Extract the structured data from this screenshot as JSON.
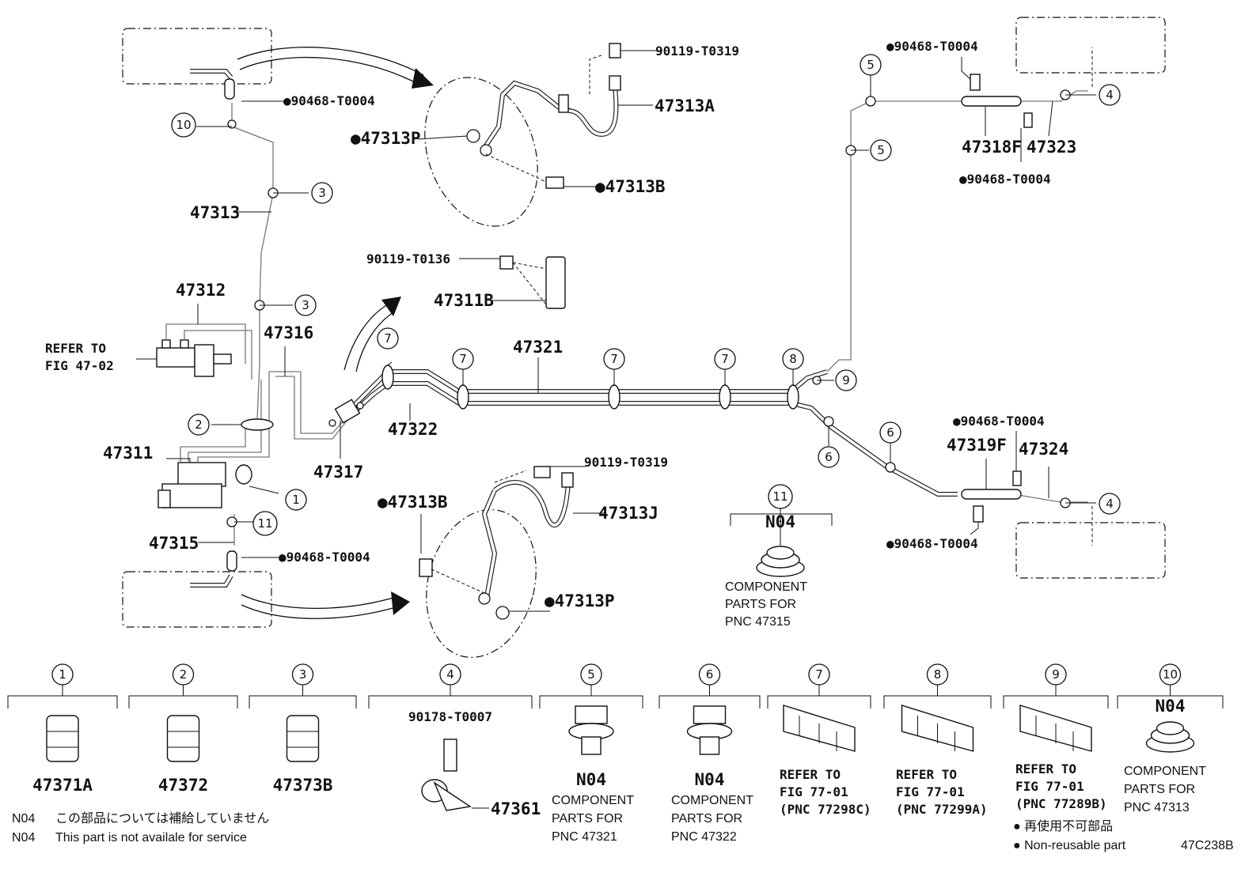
{
  "diagram_id": "47C238B",
  "part_numbers": {
    "p47313A": "47313A",
    "p47313P_top": "●47313P",
    "p47313B_top": "●47313B",
    "p90119_T0319_top": "90119-T0319",
    "p90468_top_left": "●90468-T0004",
    "p47313": "47313",
    "p47312": "47312",
    "refer_fig_1": "REFER TO",
    "refer_fig_2": "FIG 47-02",
    "p47316": "47316",
    "p90119_T0136": "90119-T0136",
    "p47311B": "47311B",
    "p47321": "47321",
    "p47322": "47322",
    "p47311": "47311",
    "p47317": "47317",
    "p47315": "47315",
    "p90468_bottom_left": "●90468-T0004",
    "p47313B_bot": "●47313B",
    "p90119_T0319_bot": "90119-T0319",
    "p47313J": "47313J",
    "p47313P_bot": "●47313P",
    "p90468_top_right_a": "●90468-T0004",
    "p47318F": "47318F",
    "p47323": "47323",
    "p90468_top_right_b": "●90468-T0004",
    "p90468_mid_right_a": "●90468-T0004",
    "p47319F": "47319F",
    "p47324": "47324",
    "p90468_mid_right_b": "●90468-T0004",
    "n04_center": "N04",
    "comp_center_1": "COMPONENT",
    "comp_center_2": "PARTS FOR",
    "comp_center_3": "PNC 47315"
  },
  "callouts": {
    "c1": "1",
    "c2": "2",
    "c3": "3",
    "c4": "4",
    "c5": "5",
    "c6": "6",
    "c7": "7",
    "c8": "8",
    "c9": "9",
    "c10": "10",
    "c11": "11"
  },
  "legend_boxes": [
    {
      "num": "1",
      "label": "47371A"
    },
    {
      "num": "2",
      "label": "47372"
    },
    {
      "num": "3",
      "label": "47373B"
    },
    {
      "num": "4",
      "top": "90178-T0007",
      "label": "47361"
    },
    {
      "num": "5",
      "label": "N04",
      "l1": "COMPONENT",
      "l2": "PARTS FOR",
      "l3": "PNC 47321"
    },
    {
      "num": "6",
      "label": "N04",
      "l1": "COMPONENT",
      "l2": "PARTS FOR",
      "l3": "PNC 47322"
    },
    {
      "num": "7",
      "l1": "REFER TO",
      "l2": "FIG 77-01",
      "l3": "(PNC 77298C)"
    },
    {
      "num": "8",
      "l1": "REFER TO",
      "l2": "FIG 77-01",
      "l3": "(PNC 77299A)"
    },
    {
      "num": "9",
      "l1": "REFER TO",
      "l2": "FIG 77-01",
      "l3": "(PNC 77289B)"
    },
    {
      "num": "10",
      "label": "N04",
      "l1": "COMPONENT",
      "l2": "PARTS FOR",
      "l3": "PNC 47313"
    }
  ],
  "notes": {
    "n04_jp_code": "N04",
    "n04_jp_text": "この部品については補給していません",
    "n04_en_code": "N04",
    "n04_en_text": "This part is not availale for service",
    "nonreusable_jp": "● 再使用不可部品",
    "nonreusable_en": "● Non-reusable part"
  }
}
